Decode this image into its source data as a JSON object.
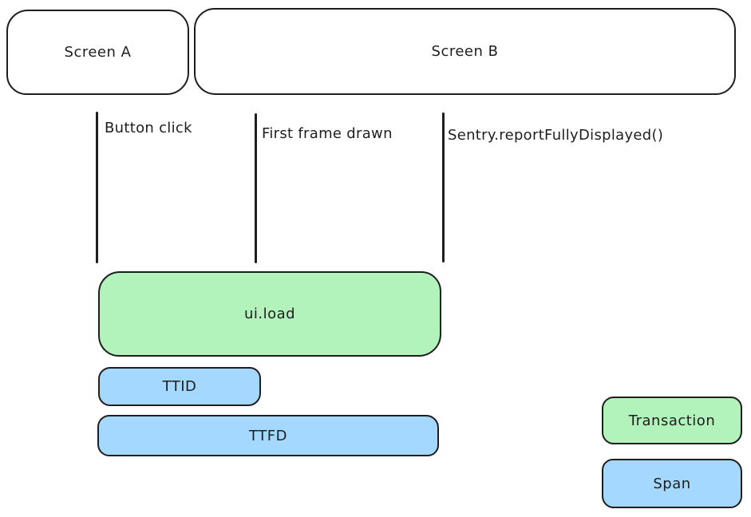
{
  "colors": {
    "stroke": "#1e1e1e",
    "transaction_fill": "#b2f2bb",
    "span_fill": "#a5d8ff",
    "background": "#ffffff"
  },
  "screens": {
    "a": "Screen A",
    "b": "Screen B"
  },
  "events": {
    "button_click": "Button click",
    "first_frame_drawn": "First frame drawn",
    "report_fully_displayed": "Sentry.reportFullyDisplayed()"
  },
  "bars": {
    "ui_load": "ui.load",
    "ttid": "TTID",
    "ttfd": "TTFD"
  },
  "legend": {
    "transaction": "Transaction",
    "span": "Span"
  }
}
